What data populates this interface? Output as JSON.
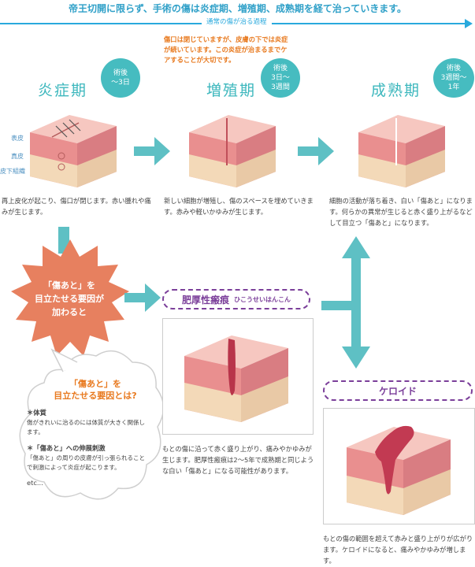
{
  "header": {
    "text": "帝王切開に限らず、手術の傷は炎症期、増殖期、成熟期を経て治っていきます。",
    "process_label": "通常の傷が治る過程"
  },
  "inflammation_note": "傷口は閉じていますが、皮膚の下では炎症が続いています。この炎症が治まるまでケアすることが大切です。",
  "stages": [
    {
      "title": "炎症期",
      "badge": [
        "術後",
        "〜3日"
      ],
      "desc": "再上皮化が起こり、傷口が閉じます。赤い腫れや痛みが生じます。"
    },
    {
      "title": "増殖期",
      "badge": [
        "術後",
        "3日〜",
        "3週間"
      ],
      "desc": "新しい細胞が増殖し、傷のスペースを埋めていきます。赤みや軽いかゆみが生じます。"
    },
    {
      "title": "成熟期",
      "badge": [
        "術後",
        "3週間〜",
        "1年"
      ],
      "desc": "細胞の活動が落ち着き、白い「傷あと」になります。何らかの異常が生じると赤く盛り上がるなどして目立つ「傷あと」になります。"
    }
  ],
  "skin_layers": {
    "epidermis": "表皮",
    "dermis": "真皮",
    "subcutaneous": "皮下組織"
  },
  "factor_burst": {
    "line1": "「傷あと」を",
    "line2": "目立たせる要因が",
    "line3": "加わると"
  },
  "cloud": {
    "title_line1": "「傷あと」を",
    "title_line2": "目立たせる要因とは?",
    "item1_title": "＊体質",
    "item1_text": "傷がきれいに治るのには体質が大きく関係します。",
    "item2_title": "＊「傷あと」への伸展刺激",
    "item2_text": "「傷あと」の周りの皮膚が引っ張られることで刺激によって炎症が起こります。",
    "etc": "etc..."
  },
  "hypertrophic": {
    "label": "肥厚性瘢痕",
    "reading": "ひこうせいはんこん",
    "desc": "もとの傷に沿って赤く盛り上がり、痛みやかゆみが生じます。肥厚性瘢痕は2〜5年で成熟期と同じような白い「傷あと」になる可能性があります。"
  },
  "keloid": {
    "label": "ケロイド",
    "desc": "もとの傷の範囲を超えて赤みと盛り上がりが広がります。ケロイドになると、痛みやかゆみが増します。"
  },
  "colors": {
    "teal": "#46bcc0",
    "arrow": "#5ec0c4",
    "blue_line": "#29a9dd",
    "orange": "#e8791e",
    "burst": "#e7805f",
    "purple": "#7b3f9a",
    "skin_top": "#f4b7b1",
    "skin_mid": "#e98f8f",
    "skin_low": "#f3d9b8"
  }
}
